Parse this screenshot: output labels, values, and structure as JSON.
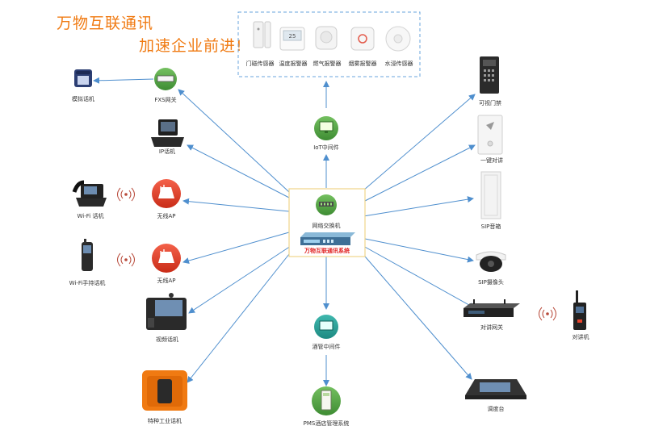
{
  "slogan": {
    "line1": "万物互联通讯",
    "line2": "加速企业前进!"
  },
  "sensors": [
    {
      "label": "门磁传感器"
    },
    {
      "label": "温度报警器"
    },
    {
      "label": "燃气报警器"
    },
    {
      "label": "烟雾报警器"
    },
    {
      "label": "水浸传感器"
    }
  ],
  "center": {
    "switch_label": "网络交换机",
    "system_label": "万物互联通讯系统"
  },
  "left_devices": {
    "analog_phone": "模拟话机",
    "fxs_gateway": "FXS网关",
    "ip_phone": "IP话机",
    "wifi_phone": "Wi-Fi 话机",
    "wireless_ap_1": "无线AP",
    "wifi_handset": "Wi-Fi手持话机",
    "wireless_ap_2": "无线AP",
    "video_phone": "视频话机",
    "industrial_phone": "特种工业话机"
  },
  "middle_devices": {
    "iot_middleware": "IoT中间件",
    "hotel_middleware": "酒管中间件",
    "pms": "PMS酒店管理系统"
  },
  "right_devices": {
    "video_door": "可视门禁",
    "one_key_intercom": "一键对讲",
    "sip_speaker": "SIP音箱",
    "sip_camera": "SIP摄像头",
    "intercom_gateway": "对讲网关",
    "walkie_talkie": "对讲机",
    "dispatch_console": "调度台"
  },
  "colors": {
    "slogan": "#f07a12",
    "arrow": "#4f8fce",
    "green_circle": "#5aa84a",
    "red_circle": "#e8432b",
    "center_border": "#f0d48a",
    "system_text": "#e02020"
  }
}
